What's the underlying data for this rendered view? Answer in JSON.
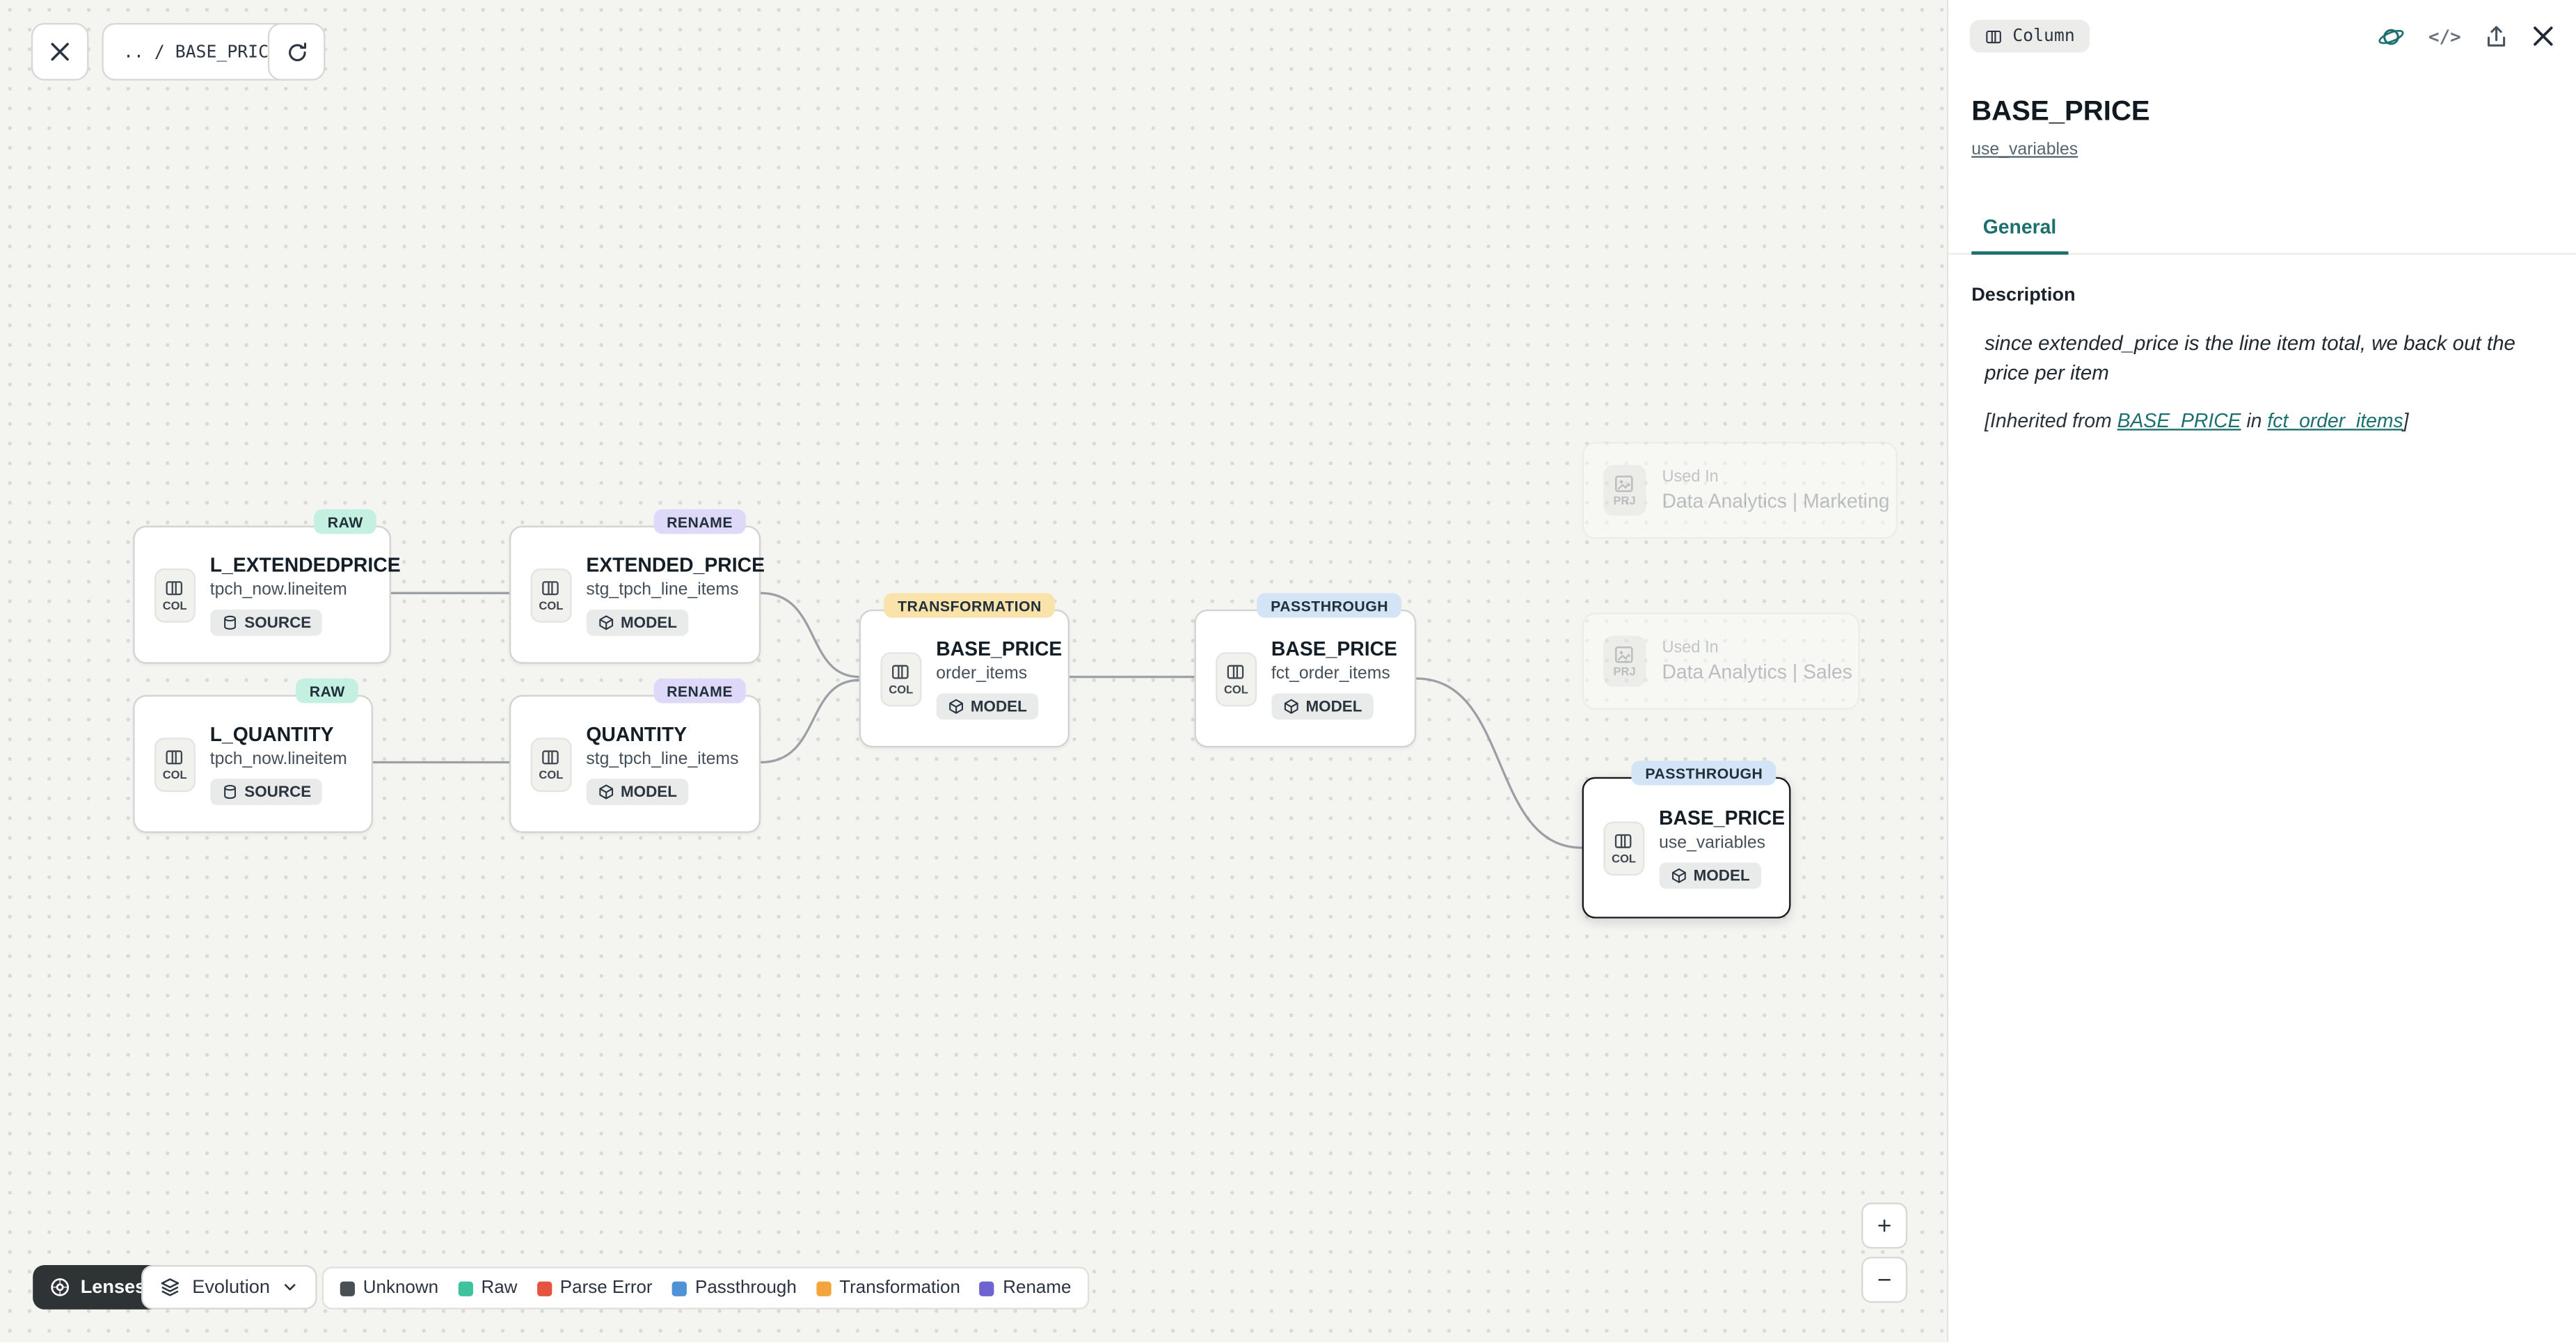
{
  "colors": {
    "accent_teal": "#1d6f6e",
    "tag_raw_bg": "#c4f0e1",
    "tag_rename_bg": "#ded9f8",
    "tag_transformation_bg": "#f9e3ab",
    "tag_passthrough_bg": "#d3e4f6"
  },
  "toolbar": {
    "breadcrumb": ".. / BASE_PRICE"
  },
  "graph": {
    "nodes": [
      {
        "tag": "RAW",
        "title": "L_EXTENDEDPRICE",
        "subtitle": "tpch_now.lineitem",
        "badge": "SOURCE",
        "icon_label": "COL"
      },
      {
        "tag": "RENAME",
        "title": "EXTENDED_PRICE",
        "subtitle": "stg_tpch_line_items",
        "badge": "MODEL",
        "icon_label": "COL"
      },
      {
        "tag": "RAW",
        "title": "L_QUANTITY",
        "subtitle": "tpch_now.lineitem",
        "badge": "SOURCE",
        "icon_label": "COL"
      },
      {
        "tag": "RENAME",
        "title": "QUANTITY",
        "subtitle": "stg_tpch_line_items",
        "badge": "MODEL",
        "icon_label": "COL"
      },
      {
        "tag": "TRANSFORMATION",
        "title": "BASE_PRICE",
        "subtitle": "order_items",
        "badge": "MODEL",
        "icon_label": "COL"
      },
      {
        "tag": "PASSTHROUGH",
        "title": "BASE_PRICE",
        "subtitle": "fct_order_items",
        "badge": "MODEL",
        "icon_label": "COL"
      },
      {
        "tag": "PASSTHROUGH",
        "title": "BASE_PRICE",
        "subtitle": "use_variables",
        "badge": "MODEL",
        "icon_label": "COL",
        "selected": true
      }
    ],
    "used_in": [
      {
        "label": "Used In",
        "value": "Data Analytics | Marketing",
        "icon_label": "PRJ"
      },
      {
        "label": "Used In",
        "value": "Data Analytics | Sales",
        "icon_label": "PRJ"
      }
    ]
  },
  "controls": {
    "lenses_label": "Lenses",
    "evolution_label": "Evolution",
    "legend": [
      {
        "label": "Unknown",
        "color": "#4a4f54"
      },
      {
        "label": "Raw",
        "color": "#3fc39e"
      },
      {
        "label": "Parse Error",
        "color": "#e4543f"
      },
      {
        "label": "Passthrough",
        "color": "#4f93d6"
      },
      {
        "label": "Transformation",
        "color": "#f2a53c"
      },
      {
        "label": "Rename",
        "color": "#6f63d2"
      }
    ],
    "zoom_in": "+",
    "zoom_out": "−"
  },
  "panel": {
    "chip": "Column",
    "title": "BASE_PRICE",
    "subtitle_link": "use_variables",
    "tabs": [
      {
        "label": "General",
        "active": true
      }
    ],
    "section_title": "Description",
    "description": "since extended_price is the line item total, we back out the price per item",
    "inherited": {
      "prefix": "[Inherited from ",
      "link1": "BASE_PRICE",
      "middle": " in ",
      "link2": "fct_order_items",
      "suffix": "]"
    },
    "code_icon_label": "</>"
  }
}
